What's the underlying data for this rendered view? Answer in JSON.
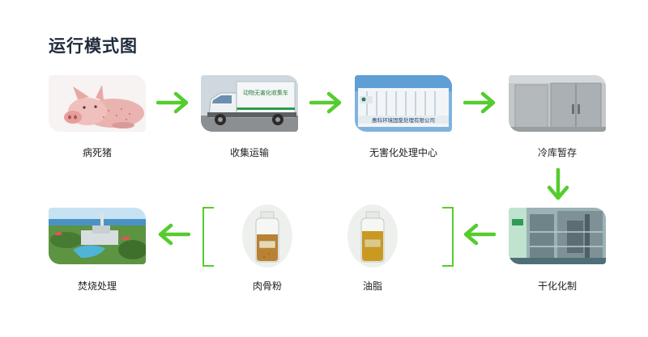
{
  "title": "运行模式图",
  "colors": {
    "arrow": "#55cc2e",
    "bracket": "#55cc2e",
    "title": "#1f2a3a"
  },
  "steps": [
    {
      "label": "病死猪"
    },
    {
      "label": "收集运输",
      "truck_text": "动物无害化收集车"
    },
    {
      "label": "无害化处理中心",
      "building_text": "惠科环境固废处理有限公司"
    },
    {
      "label": "冷库暂存"
    },
    {
      "label": "干化化制"
    },
    {
      "label": "油脂"
    },
    {
      "label": "肉骨粉"
    },
    {
      "label": "焚烧处理"
    }
  ]
}
